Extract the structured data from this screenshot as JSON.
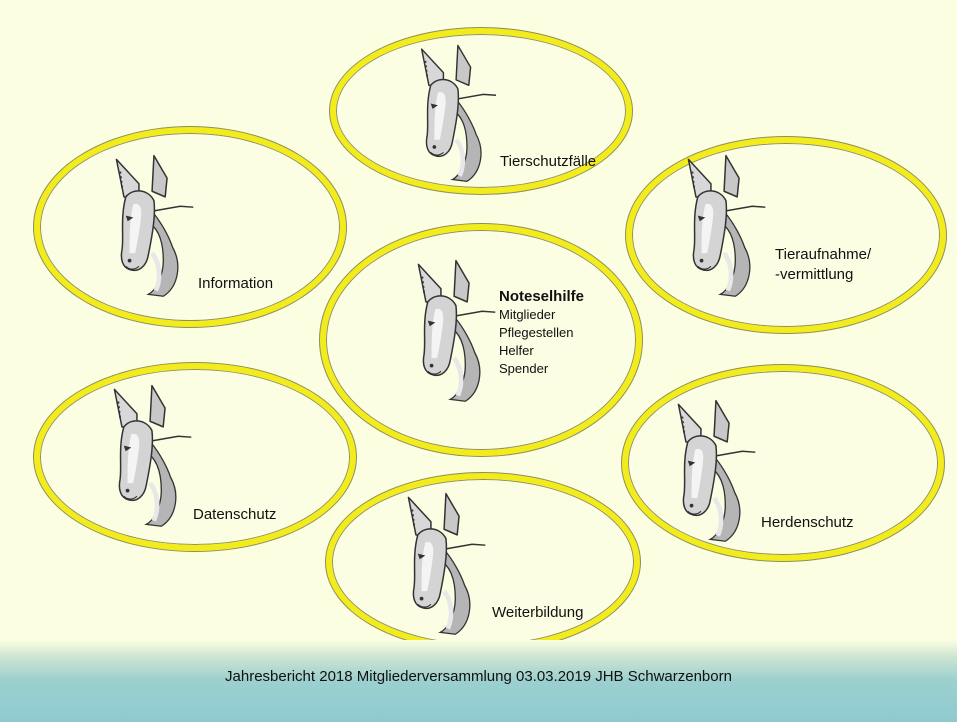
{
  "slide": {
    "background": "#fbfee1",
    "ellipse_border": "#f2ec1d",
    "icon": "donkey-head-icon"
  },
  "center": {
    "title": "Noteselhilfe",
    "lines": [
      "Mitglieder",
      "Pflegestellen",
      "Helfer",
      "Spender"
    ]
  },
  "bubbles": {
    "top": "Tierschutzfälle",
    "left_upper": "Information",
    "right_upper_1": "Tieraufnahme/",
    "right_upper_2": "-vermittlung",
    "left_lower": "Datenschutz",
    "right_lower": "Herdenschutz",
    "bottom": "Weiterbildung"
  },
  "footer": {
    "text": "Jahresbericht 2018 Mitgliederversammlung 03.03.2019 JHB Schwarzenborn"
  }
}
